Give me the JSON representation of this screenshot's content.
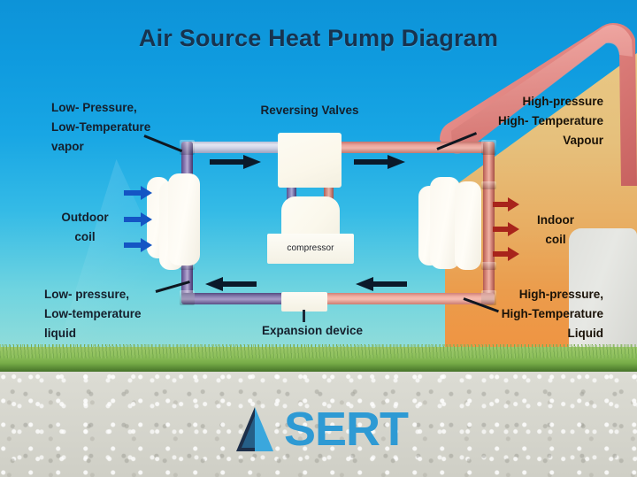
{
  "title": "Air Source Heat Pump Diagram",
  "labels": {
    "cold_vapor": "Low- Pressure,\nLow-Temperature\nvapor",
    "hot_vapor": "High-pressure\nHigh- Temperature\nVapour",
    "cold_liquid": "Low- pressure,\nLow-temperature\nliquid",
    "hot_liquid": "High-pressure,\nHigh-Temperature\nLiquid",
    "reversing_valves": "Reversing Valves",
    "compressor": "compressor",
    "expansion_device": "Expansion device",
    "outdoor_coil": "Outdoor\ncoil",
    "indoor_coil": "Indoor\ncoil"
  },
  "logo": {
    "wordmark": "SERT",
    "mark_icon": "triangle-arrow-icon"
  },
  "colors": {
    "title_text": "#17334f",
    "sky_top": "#0d93d8",
    "sky_bottom": "#93ddd9",
    "grass": "#76ab47",
    "gravel": "#d9d9d2",
    "roof": "#e0837f",
    "house_wall": "#e8c784",
    "cold_pipe_light": "#d5dae9",
    "cold_pipe_dark": "#6d5d97",
    "hot_pipe": "#eaa49b",
    "coil_fin": "#fbf8f0",
    "arrow_flow": "#0b1a2a",
    "arrow_cold_air": "#1455c4",
    "arrow_hot_air": "#a8241b",
    "logo_blue": "#2e9ad4",
    "logo_navy": "#1d2f4a"
  },
  "flow_arrows": [
    {
      "id": "top-left-flow",
      "direction": "right",
      "color": "#0b1a2a"
    },
    {
      "id": "top-right-flow",
      "direction": "right",
      "color": "#0b1a2a"
    },
    {
      "id": "bottom-left-flow",
      "direction": "left",
      "color": "#0b1a2a"
    },
    {
      "id": "bottom-right-flow",
      "direction": "left",
      "color": "#0b1a2a"
    }
  ],
  "air_arrows": {
    "outdoor_count": 3,
    "outdoor_color": "#1455c4",
    "indoor_count": 3,
    "indoor_color": "#a8241b"
  }
}
